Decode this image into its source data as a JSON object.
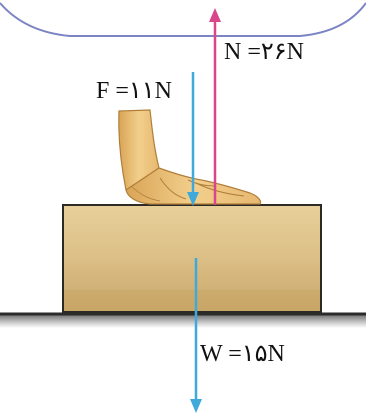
{
  "forces": {
    "normal": {
      "label": "N =۲۶N"
    },
    "applied": {
      "label": "F =۱۱N"
    },
    "weight": {
      "label": "W =۱۵N"
    }
  },
  "colors": {
    "normal_arrow": "#d9468c",
    "applied_arrow": "#3fa9dc",
    "weight_arrow": "#3fa9dc",
    "block_fill": "#dcc088",
    "block_stroke": "#2d2a26",
    "ground": "#2b2b2b",
    "frame": "#7c85c4",
    "hand_skin": "#ecc482"
  },
  "icons": {
    "hand": "hand-icon"
  }
}
